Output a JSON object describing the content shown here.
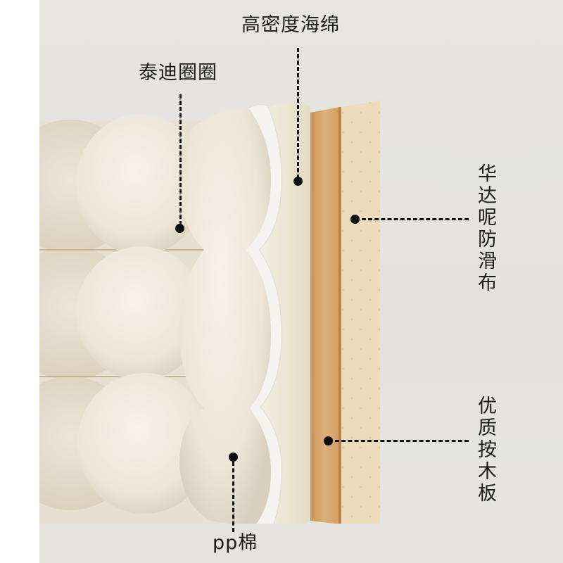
{
  "diagram": {
    "type": "exploded-layer-diagram",
    "subject": "boucle tufted headboard cross-section",
    "labels": [
      {
        "id": "foam",
        "text": "高密度海绵",
        "orientation": "horizontal",
        "position": "top-center"
      },
      {
        "id": "boucle",
        "text": "泰迪圈圈",
        "orientation": "horizontal",
        "position": "top-left"
      },
      {
        "id": "fabric",
        "text": "华达呢防滑布",
        "orientation": "vertical",
        "position": "right-upper"
      },
      {
        "id": "wood",
        "text": "优质按木板",
        "orientation": "vertical",
        "position": "right-lower"
      },
      {
        "id": "pp",
        "text": "pp棉",
        "orientation": "horizontal",
        "position": "bottom-center"
      }
    ],
    "layers_left_to_right": [
      "泰迪圈圈",
      "pp棉",
      "高密度海绵",
      "优质按木板",
      "华达呢防滑布"
    ],
    "colors": {
      "background": "#e4e3df",
      "boucle": "#efe9de",
      "pp_cotton": "#f3f2ee",
      "foam": "#ebe6d4",
      "wood": "#d6a870",
      "fabric": "#ecdcbc",
      "marker": "#0d0d0d"
    }
  }
}
